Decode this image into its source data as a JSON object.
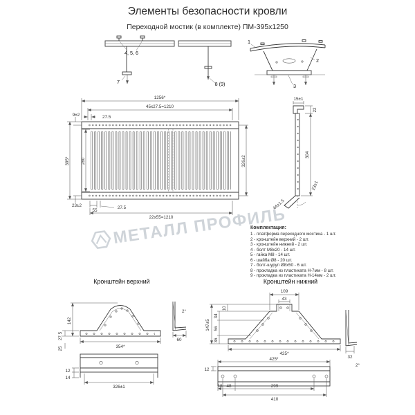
{
  "header": {
    "title": "Элементы безопасности кровли",
    "subtitle": "Переходной мостик (в комплекте) ПМ-395х1250"
  },
  "watermark": {
    "text": "МЕТАЛЛ ПРОФИЛЬ"
  },
  "callouts": {
    "c456": "4, 5, 6",
    "c7": "7",
    "c89": "8 (9)",
    "c1": "1",
    "c2": "2",
    "c3": "3"
  },
  "plan": {
    "total_width": "1256*",
    "hole_pitch": "45х27.5=1210",
    "half_pitch_top": "27.5",
    "edge_offset": "9±2",
    "total_height": "395*",
    "slot_height": "280",
    "bolt_span": "326±2",
    "edge_bottom": "23±2",
    "pitch_55": "55",
    "half_pitch_bottom": "27.5",
    "bottom_pitch": "22х55=1210"
  },
  "side": {
    "top_width": "15±1",
    "top_height": "22",
    "height": "304",
    "angle": "23±1",
    "foot": "44±1.5"
  },
  "kit": {
    "heading": "Комплектация:",
    "items": [
      "1 - платформа переходного мостика - 1 шт.",
      "2 - кронштейн верхний - 2 шт.",
      "3 - кронштейн нижний - 2 шт.",
      "4 - болт М8х20 - 14 шт.",
      "5 - гайка М8 - 14 шт.",
      "6 - шайба Ø8 - 20 шт.",
      "7 - болт-шуруп Ø8х50 - 6 шт.",
      "8 - прокладка из пластиката Н-7мм - 8 шт.",
      "9 - прокладка из пластиката Н-14мм - 2 шт."
    ]
  },
  "upper": {
    "title": "Кронштейн верхний",
    "height": "142",
    "d275": "27.5",
    "d25": "25",
    "width": "354*",
    "profile": "60",
    "angle": "2°",
    "d12": "12",
    "d14": "14",
    "base": "326±1"
  },
  "lower": {
    "title": "Кронштейн нижний",
    "d109": "109",
    "d43": "43",
    "d10": "10",
    "d34": "34",
    "d56": "56",
    "height": "147±5",
    "d36": "36",
    "width": "425*",
    "d32": "32",
    "angle": "2°",
    "plate_width": "425*",
    "d12": "12",
    "d18": "18",
    "d48": "48",
    "d299": "299",
    "d410": "410"
  }
}
